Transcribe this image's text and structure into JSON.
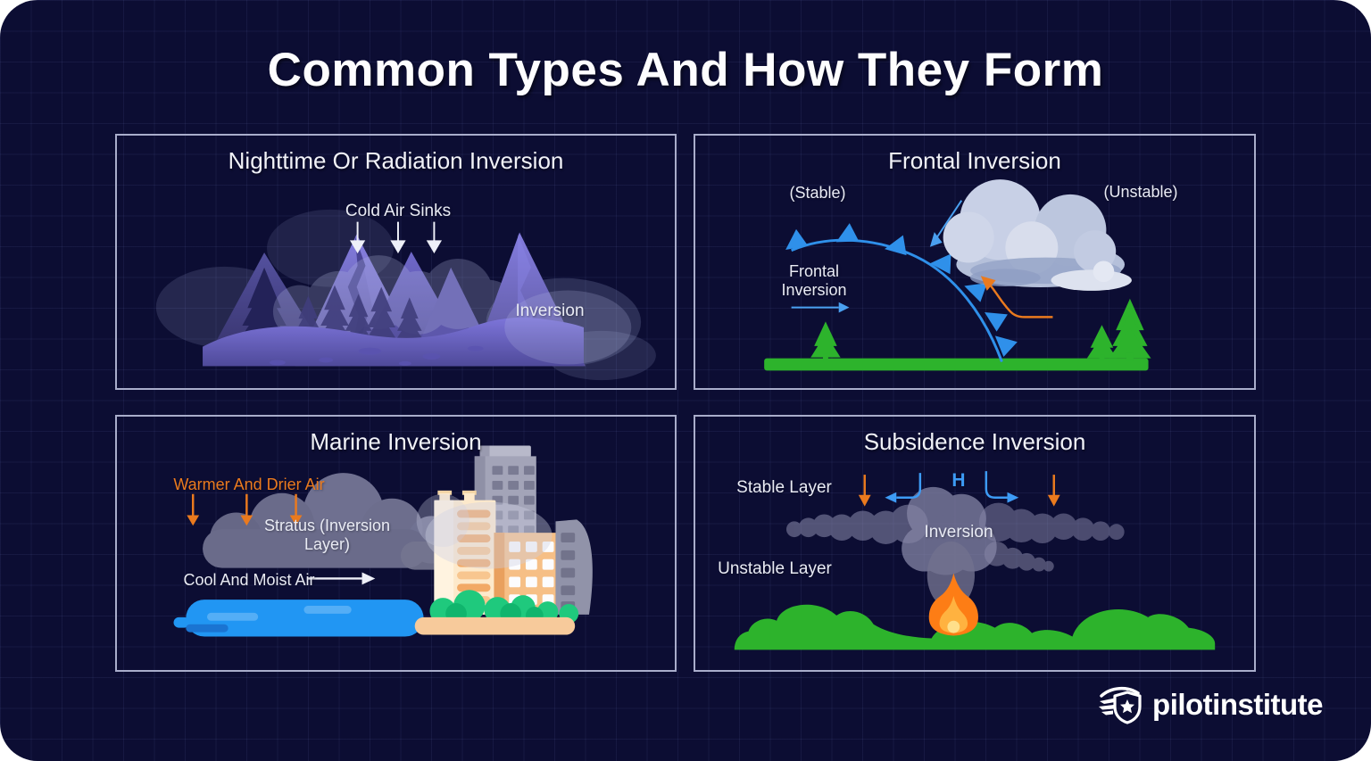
{
  "title": "Common Types And How They Form",
  "panels": {
    "nighttime": {
      "title": "Nighttime Or Radiation Inversion",
      "label_cold_air_sinks": "Cold Air Sinks",
      "label_inversion": "Inversion"
    },
    "frontal": {
      "title": "Frontal Inversion",
      "label_stable": "(Stable)",
      "label_unstable": "(Unstable)",
      "label_frontal_inversion": "Frontal Inversion"
    },
    "marine": {
      "title": "Marine Inversion",
      "label_warmer_drier": "Warmer And Drier Air",
      "label_stratus": "Stratus (Inversion Layer)",
      "label_cool_moist": "Cool And Moist Air"
    },
    "subsidence": {
      "title": "Subsidence Inversion",
      "label_stable_layer": "Stable Layer",
      "label_unstable_layer": "Unstable Layer",
      "label_inversion": "Inversion",
      "label_high_pressure": "H"
    }
  },
  "logo": {
    "text": "pilotinstitute",
    "icon": "winged-shield-star-icon"
  },
  "colors": {
    "background": "#0c0d33",
    "grid_line": "#20225208",
    "panel_border": "#a9adcb",
    "text_primary": "#eef0f8",
    "accent_orange": "#ea7a1e",
    "accent_blue": "#3d9bf5",
    "front_line_blue": "#2f90ea",
    "ground_green": "#2db32c",
    "water_blue": "#2196f3",
    "mountain_purple": "#837cdf",
    "fire_orange": "#fd7d15"
  }
}
